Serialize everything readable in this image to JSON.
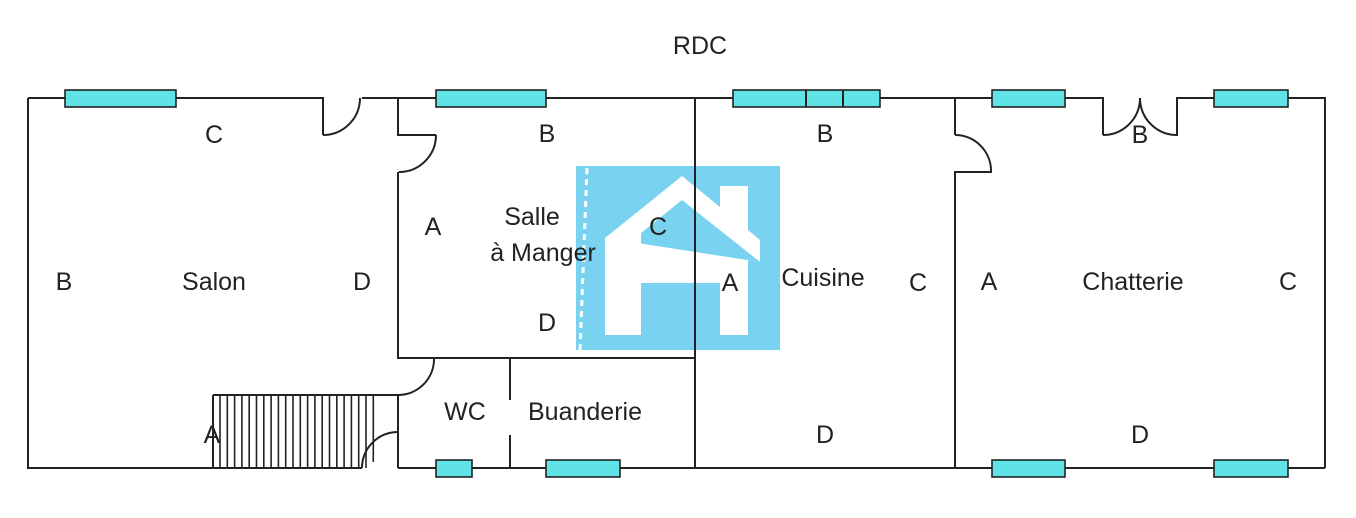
{
  "title": "RDC",
  "rooms": {
    "salon": {
      "name": "Salon",
      "walls": [
        "A",
        "B",
        "C",
        "D"
      ]
    },
    "salle": {
      "name_line1": "Salle",
      "name_line2": "à Manger",
      "walls": [
        "A",
        "B",
        "C",
        "D"
      ]
    },
    "wc": {
      "name": "WC"
    },
    "buanderie": {
      "name": "Buanderie"
    },
    "cuisine": {
      "name": "Cuisine",
      "walls": [
        "A",
        "B",
        "C",
        "D"
      ]
    },
    "chatterie": {
      "name": "Chatterie",
      "walls": [
        "A",
        "B",
        "C",
        "D"
      ]
    }
  },
  "colors": {
    "window": "#5fe3e6",
    "watermark": "#6ecfee",
    "wall": "#222222"
  }
}
